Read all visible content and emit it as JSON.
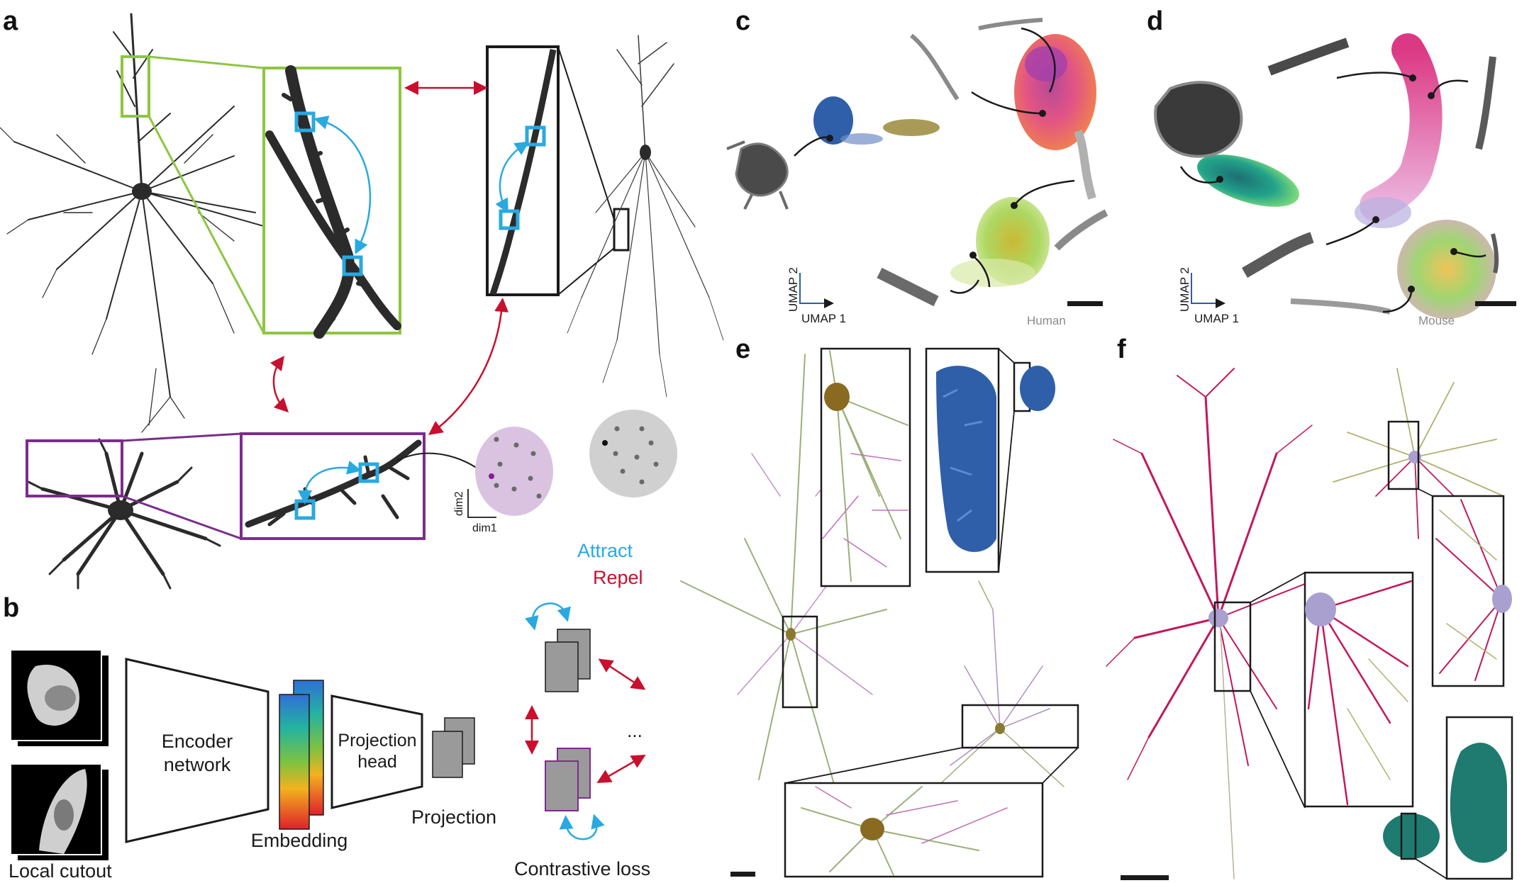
{
  "panels": {
    "a": "a",
    "b": "b",
    "c": "c",
    "d": "d",
    "e": "e",
    "f": "f"
  },
  "panel_a": {
    "dim1": "dim1",
    "dim2": "dim2",
    "attract": "Attract",
    "repel": "Repel"
  },
  "panel_b": {
    "local_cutout": "Local cutout",
    "ellipsis_vertical": "...",
    "encoder_line1": "Encoder",
    "encoder_line2": "network",
    "embedding": "Embedding",
    "projection_head_line1": "Projection",
    "projection_head_line2": "head",
    "projection": "Projection",
    "contrastive_loss": "Contrastive loss",
    "ellipsis": "..."
  },
  "panel_c": {
    "axis_x": "UMAP 1",
    "axis_y": "UMAP 2",
    "species": "Human"
  },
  "panel_d": {
    "axis_x": "UMAP 1",
    "axis_y": "UMAP 2",
    "species": "Mouse"
  },
  "colors": {
    "attract": "#29a9e0",
    "repel": "#c8102e",
    "green_box": "#8dc63f",
    "purple_box": "#7b2d8b",
    "neuron": "#2b2b2b",
    "lilac_cluster": "#d9c3e0",
    "gray_cluster": "#d0d0d0",
    "magenta_cell": "#c2185b",
    "teal_glia": "#1f7a70",
    "blue_glia": "#2f5fa8"
  }
}
